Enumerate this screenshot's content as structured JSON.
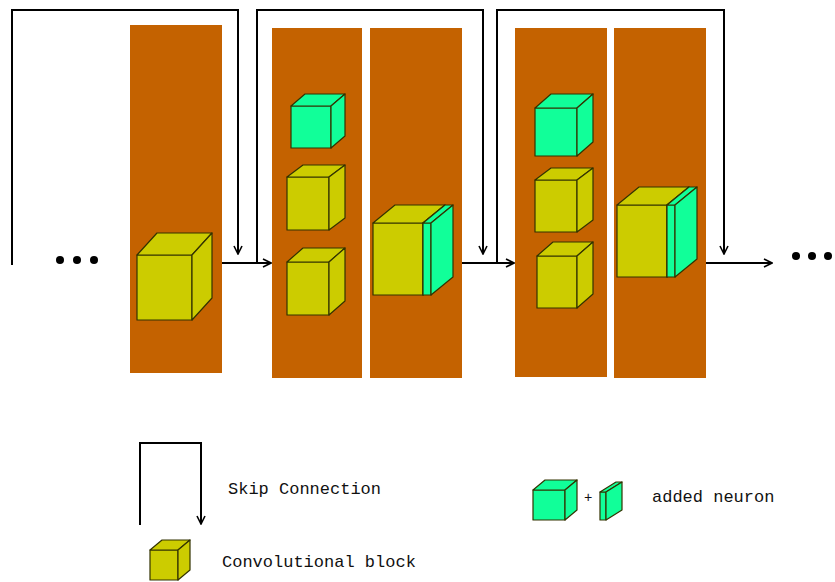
{
  "diagram": {
    "labels": [
      "+"
    ],
    "legend": [
      {
        "text": "Skip Connection"
      },
      {
        "text": "Convolutional block"
      },
      {
        "text": "added neuron"
      }
    ]
  }
}
